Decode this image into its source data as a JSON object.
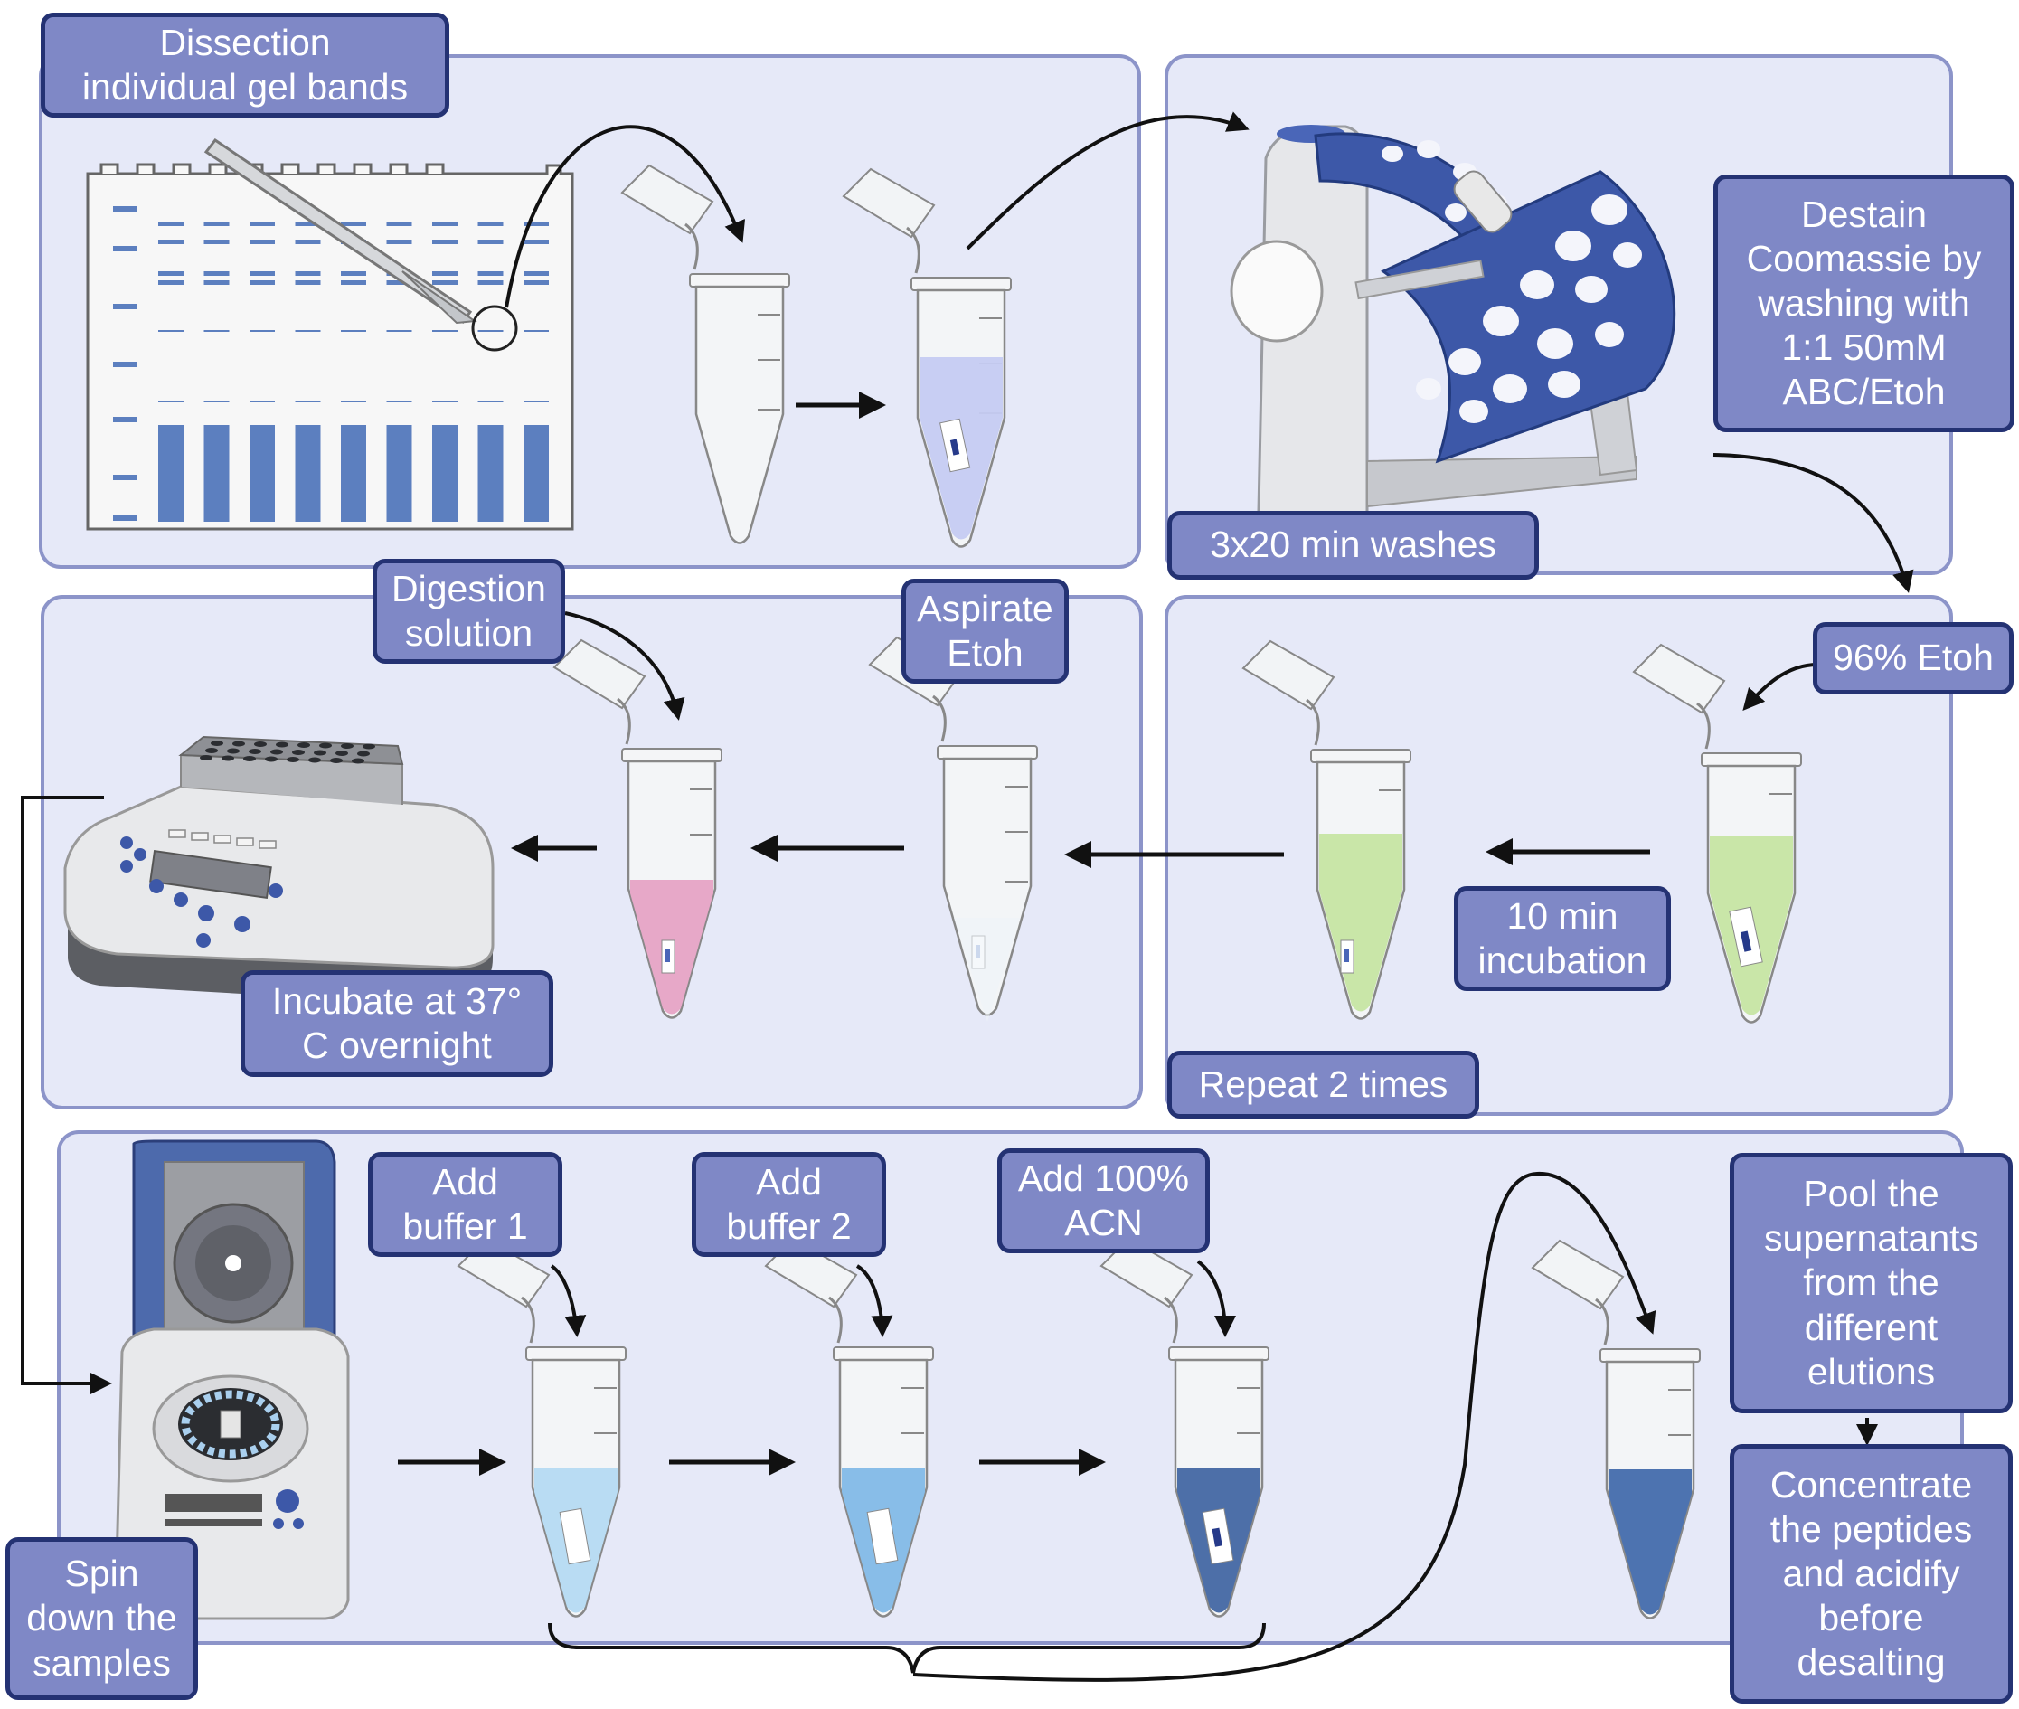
{
  "labels": {
    "dissection": "Dissection\nindividual gel bands",
    "destain": "Destain\nCoomassie by\nwashing with\n1:1 50mM\nABC/Etoh",
    "washes": "3x20 min washes",
    "digestion": "Digestion\nsolution",
    "aspirate": "Aspirate\nEtoh",
    "etoh96": "96% Etoh",
    "incubation10": "10 min\nincubation",
    "incubate37": "Incubate at 37°\nC overnight",
    "repeat": "Repeat 2 times",
    "buffer1": "Add\nbuffer 1",
    "buffer2": "Add\nbuffer 2",
    "acn": "Add 100%\nACN",
    "pool": "Pool the\nsupernatants\nfrom the\ndifferent\nelutions",
    "concentrate": "Concentrate\nthe peptides\nand acidify\nbefore\ndesalting",
    "spin": "Spin\ndown the\nsamples"
  },
  "colors": {
    "panel_fill": "#e6e9f8",
    "panel_border": "#8c94c9",
    "label_fill": "#7f88c6",
    "label_border": "#243273",
    "gel_band": "#5c7fbf",
    "destain_liquid": "#c5cbf2",
    "etoh_liquid": "#c9e6a8",
    "digestion_liquid": "#e7a8c8",
    "buffer1_liquid": "#b9dcf3",
    "buffer2_liquid": "#88bde8",
    "acn_liquid": "#4d6fa8",
    "pool_liquid": "#4d73b0"
  },
  "icons": [
    "scalpel-icon",
    "sds-gel-icon",
    "tube-rotator-icon",
    "thermomixer-icon",
    "centrifuge-icon",
    "microtube-icon"
  ]
}
